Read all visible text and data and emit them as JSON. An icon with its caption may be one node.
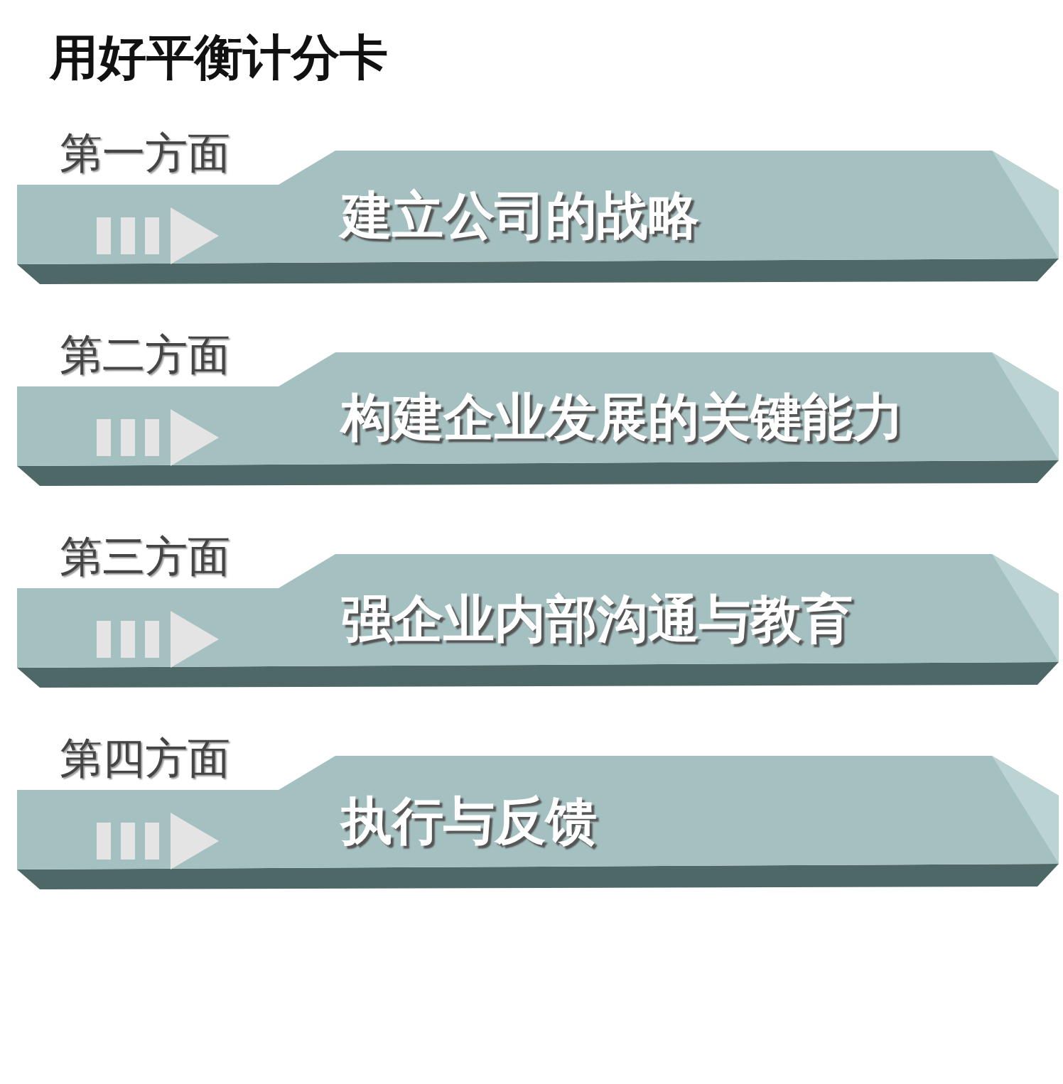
{
  "diagram": {
    "title": "用好平衡计分卡",
    "nodes": [
      {
        "text": [
          "第一方面",
          "建立公司的战略"
        ]
      },
      {
        "text": [
          "第二方面",
          "构建企业发展的关键能力"
        ]
      },
      {
        "text": [
          "第三方面",
          "强企业内部沟通与教育"
        ]
      },
      {
        "text": [
          "第四方面",
          "执行与反馈"
        ]
      }
    ]
  }
}
